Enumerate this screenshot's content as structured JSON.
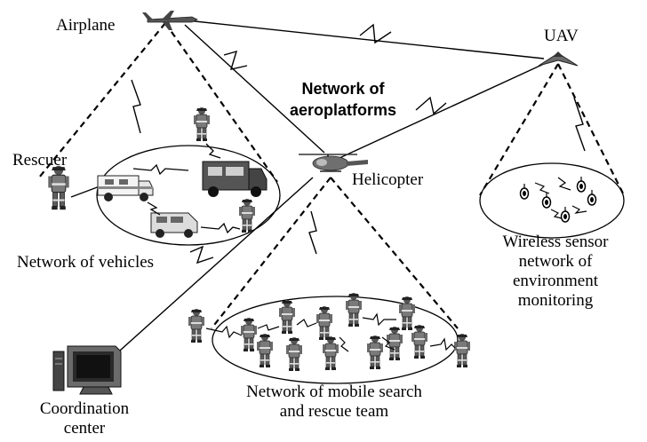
{
  "labels": {
    "airplane": "Airplane",
    "uav": "UAV",
    "title_line1": "Network of",
    "title_line2": "aeroplatforms",
    "rescuer": "Rescuer",
    "helicopter": "Helicopter",
    "vehicles": "Network of vehicles",
    "wsn_line1": "Wireless sensor",
    "wsn_line2": "network of",
    "wsn_line3": "environment",
    "wsn_line4": "monitoring",
    "team_line1": "Network of mobile search",
    "team_line2": "and rescue team",
    "coord_line1": "Coordination",
    "coord_line2": "center"
  },
  "icons": {
    "airplane": "airplane-icon",
    "uav": "uav-icon",
    "helicopter": "helicopter-icon",
    "rescuer": "rescuer-icon",
    "vehicle": "vehicle-icon",
    "sensor": "sensor-icon",
    "computer": "computer-icon",
    "wireless_link": "lightning-link-icon"
  },
  "colors": {
    "line": "#000000",
    "figure_fill": "#7a7a7a",
    "figure_dark": "#2a2a2a"
  }
}
